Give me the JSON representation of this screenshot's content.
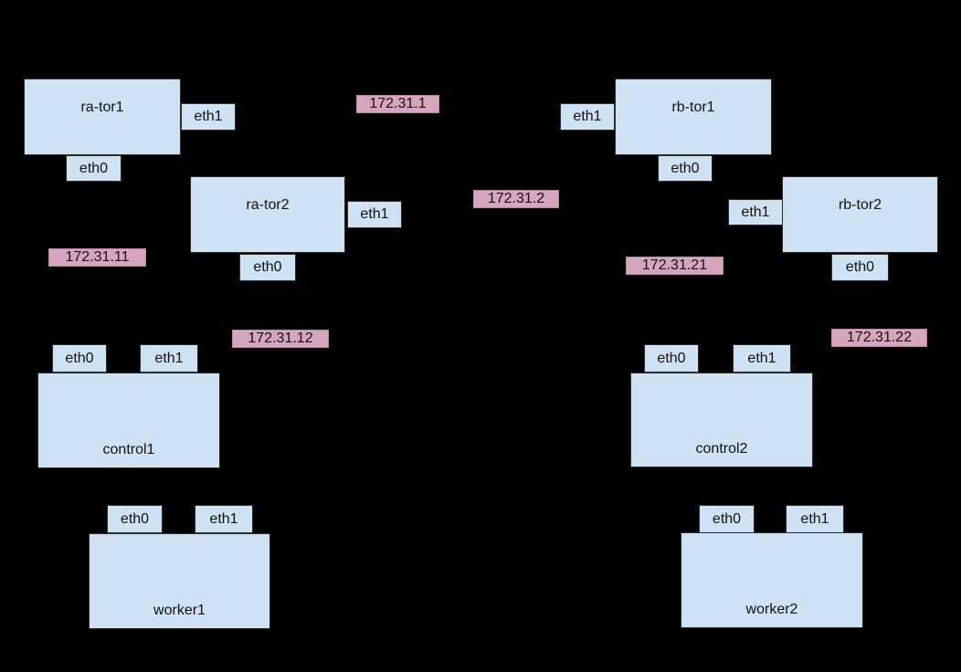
{
  "colors": {
    "background": "#000000",
    "node_fill": "#cfe2f3",
    "node_border": "#2b2b2b",
    "ip_fill": "#d5a6bd",
    "ip_border": "#bd85a5",
    "text": "#111111"
  },
  "nodes": {
    "ra_tor1": {
      "label": "ra-tor1",
      "interfaces": [
        "eth0",
        "eth1"
      ]
    },
    "ra_tor2": {
      "label": "ra-tor2",
      "interfaces": [
        "eth0",
        "eth1"
      ]
    },
    "rb_tor1": {
      "label": "rb-tor1",
      "interfaces": [
        "eth0",
        "eth1"
      ]
    },
    "rb_tor2": {
      "label": "rb-tor2",
      "interfaces": [
        "eth0",
        "eth1"
      ]
    },
    "control1": {
      "label": "control1",
      "interfaces": [
        "eth0",
        "eth1"
      ]
    },
    "control2": {
      "label": "control2",
      "interfaces": [
        "eth0",
        "eth1"
      ]
    },
    "worker1": {
      "label": "worker1",
      "interfaces": [
        "eth0",
        "eth1"
      ]
    },
    "worker2": {
      "label": "worker2",
      "interfaces": [
        "eth0",
        "eth1"
      ]
    }
  },
  "ip_labels": {
    "ip1": "172.31.1",
    "ip2": "172.31.2",
    "ip11": "172.31.11",
    "ip12": "172.31.12",
    "ip21": "172.31.21",
    "ip22": "172.31.22"
  }
}
